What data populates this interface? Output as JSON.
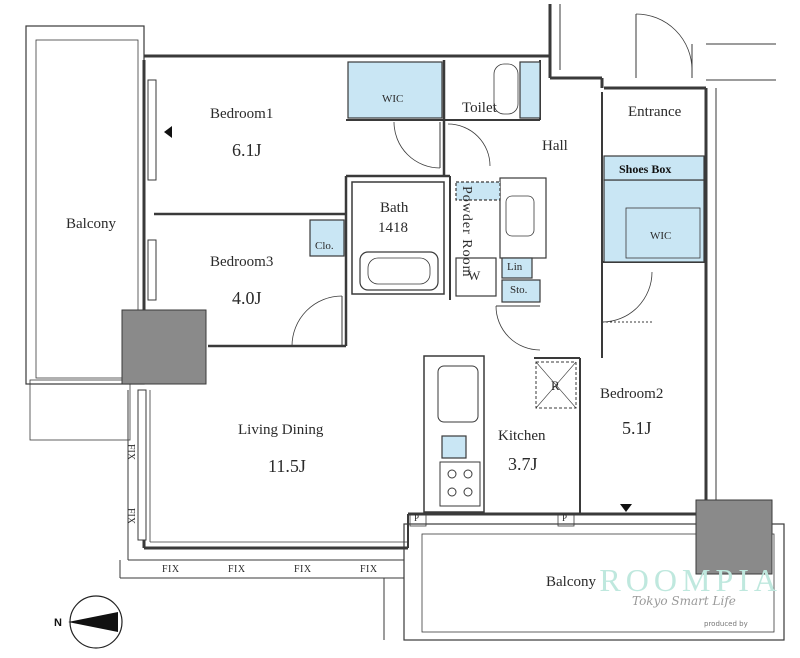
{
  "rooms": {
    "bedroom1": {
      "name": "Bedroom1",
      "size": "6.1J"
    },
    "bedroom2": {
      "name": "Bedroom2",
      "size": "5.1J"
    },
    "bedroom3": {
      "name": "Bedroom3",
      "size": "4.0J"
    },
    "living": {
      "name": "Living Dining",
      "size": "11.5J"
    },
    "kitchen": {
      "name": "Kitchen",
      "size": "3.7J"
    },
    "bath": {
      "name": "Bath",
      "size": "1418"
    },
    "powder": "Powder Room",
    "toilet": "Toilet",
    "hall": "Hall",
    "entrance": "Entrance",
    "balcony_left": "Balcony",
    "balcony_bottom": "Balcony"
  },
  "storage": {
    "wic_top": "WIC",
    "wic_right": "WIC",
    "shoes_box": "Shoes Box",
    "clo": "Clo.",
    "lin": "Lin",
    "sto": "Sto.",
    "washer": "W",
    "fridge": "R",
    "pipe_shaft": "P"
  },
  "windows": {
    "fix": "FIX"
  },
  "compass": {
    "label": "N"
  },
  "watermark": {
    "brand": "ROOMPIA",
    "tagline": "Tokyo Smart Life",
    "credit": "produced by"
  },
  "colors": {
    "storage_fill": "#c9e6f4",
    "wall": "#8c8c8c",
    "column": "#8a8a8a",
    "line": "#3a3a3a",
    "watermark": "#bfe8de"
  }
}
